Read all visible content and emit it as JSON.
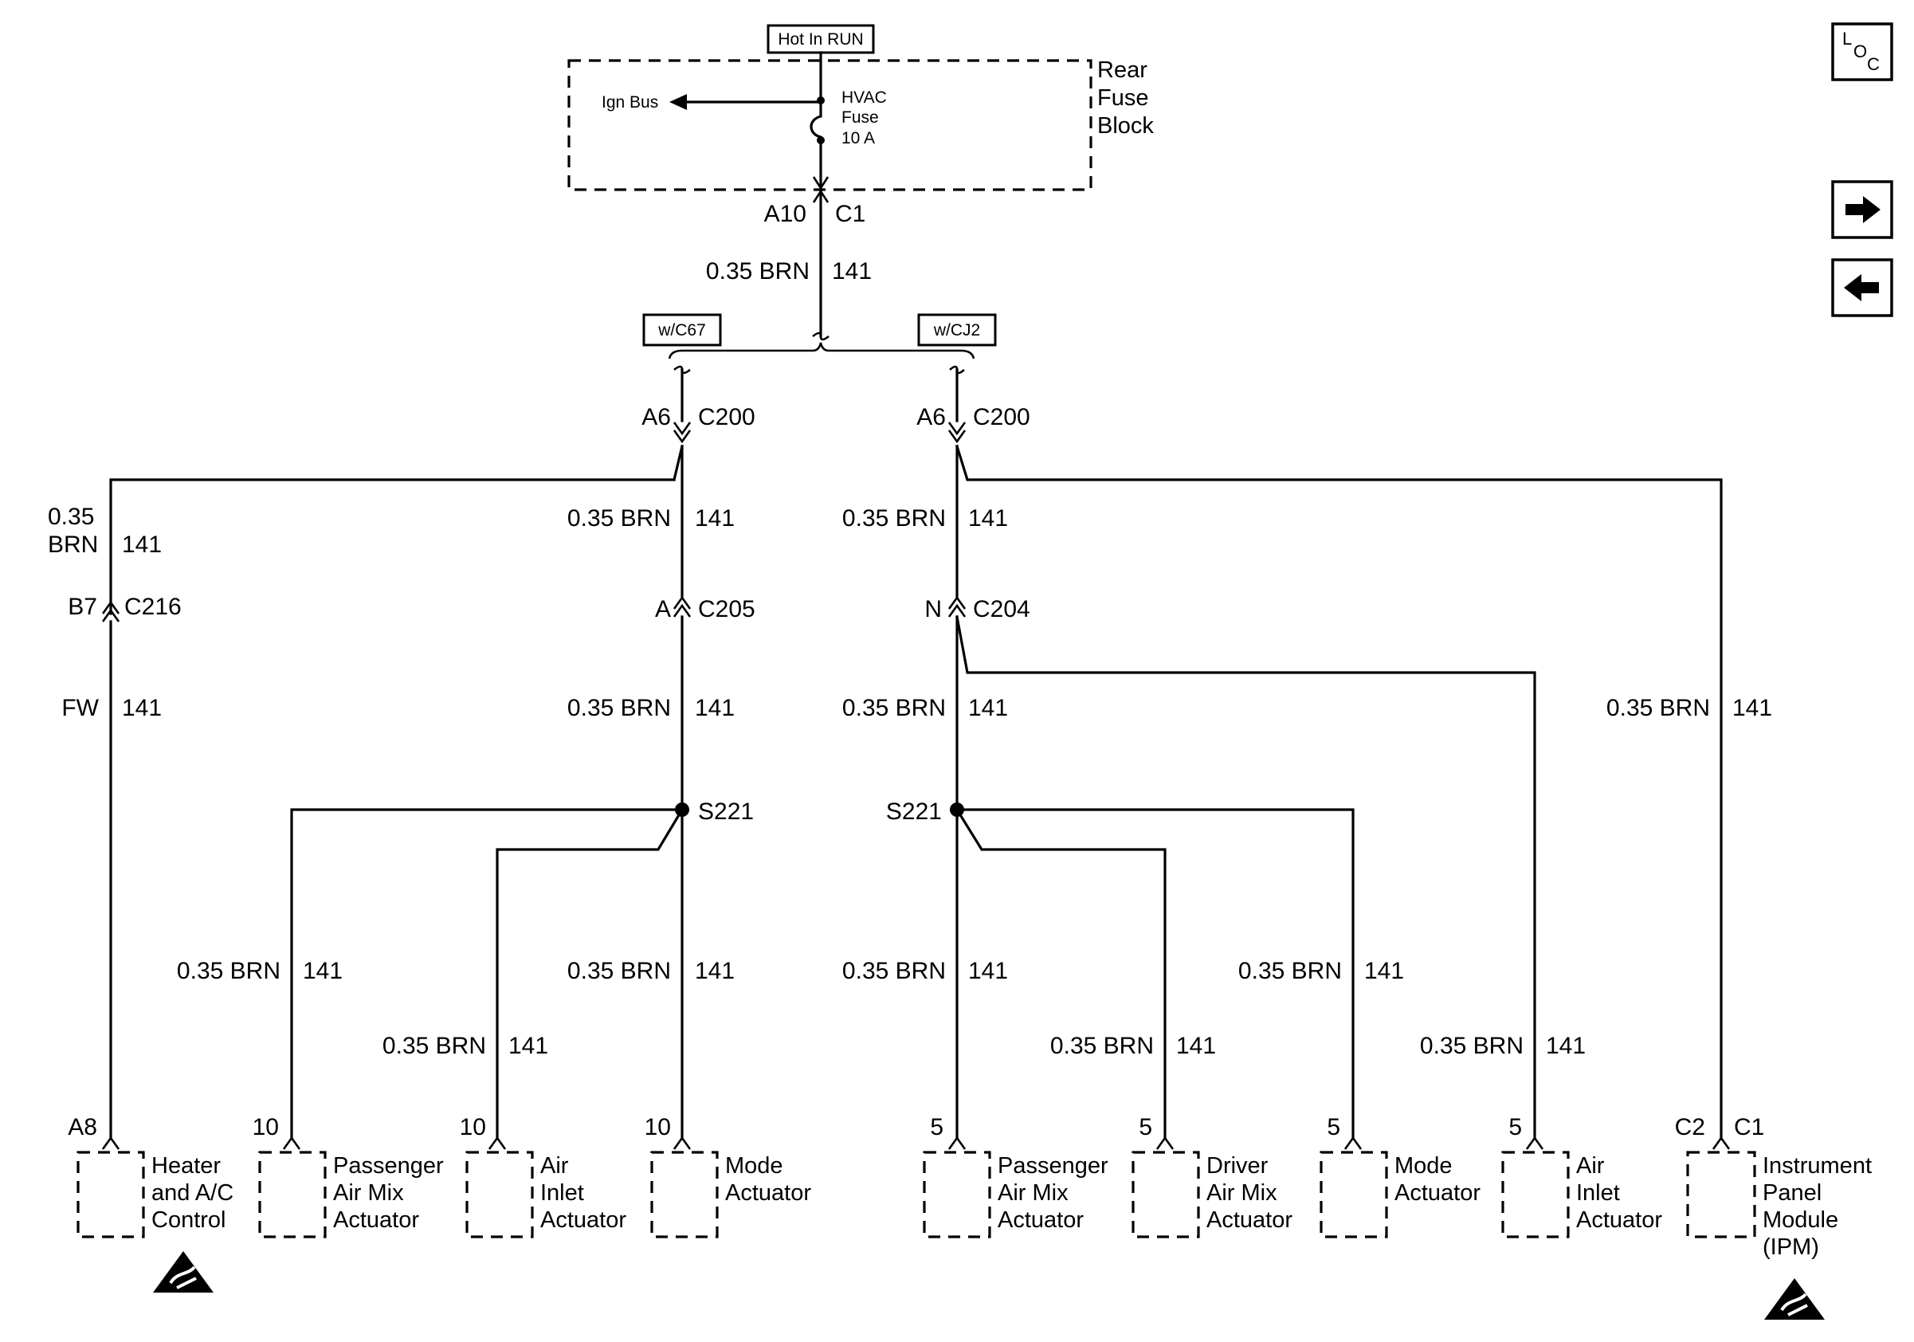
{
  "header": {
    "hot_in_run": "Hot In RUN",
    "fuse_block_lines": [
      "Rear",
      "Fuse",
      "Block"
    ],
    "ign_bus": "Ign Bus",
    "fuse_lines": [
      "HVAC",
      "Fuse",
      "10 A"
    ]
  },
  "top_connector": {
    "pin": "A10",
    "name": "C1"
  },
  "top_wire": {
    "spec": "0.35 BRN",
    "circuit": "141"
  },
  "options": {
    "left": "w/C67",
    "right": "w/CJ2"
  },
  "c200_left": {
    "pin": "A6",
    "name": "C200"
  },
  "c200_right": {
    "pin": "A6",
    "name": "C200"
  },
  "wires": {
    "far_left_spec_lines": [
      "0.35",
      "BRN"
    ],
    "far_left_circuit": "141",
    "left_mid": {
      "spec": "0.35 BRN",
      "circuit": "141"
    },
    "right_mid": {
      "spec": "0.35 BRN",
      "circuit": "141"
    },
    "fw": {
      "spec": "FW",
      "circuit": "141"
    },
    "c205_below": {
      "spec": "0.35 BRN",
      "circuit": "141"
    },
    "c204_below": {
      "spec": "0.35 BRN",
      "circuit": "141"
    },
    "ipm_feed": {
      "spec": "0.35 BRN",
      "circuit": "141"
    },
    "l_pass_air_mix": {
      "spec": "0.35 BRN",
      "circuit": "141"
    },
    "l_air_inlet": {
      "spec": "0.35 BRN",
      "circuit": "141"
    },
    "l_mode": {
      "spec": "0.35 BRN",
      "circuit": "141"
    },
    "r_pass_air_mix": {
      "spec": "0.35 BRN",
      "circuit": "141"
    },
    "r_driver_air_mix": {
      "spec": "0.35 BRN",
      "circuit": "141"
    },
    "r_mode": {
      "spec": "0.35 BRN",
      "circuit": "141"
    },
    "r_air_inlet": {
      "spec": "0.35 BRN",
      "circuit": "141"
    }
  },
  "connectors": {
    "c216": {
      "pin": "B7",
      "name": "C216"
    },
    "c205": {
      "pin": "A",
      "name": "C205"
    },
    "c204": {
      "pin": "N",
      "name": "C204"
    }
  },
  "splices": {
    "left": "S221",
    "right": "S221"
  },
  "components": {
    "heater_ac": {
      "pin": "A8",
      "lines": [
        "Heater",
        "and A/C",
        "Control"
      ]
    },
    "l_pass_air_mix": {
      "pin": "10",
      "lines": [
        "Passenger",
        "Air Mix",
        "Actuator"
      ]
    },
    "l_air_inlet": {
      "pin": "10",
      "lines": [
        "Air",
        "Inlet",
        "Actuator"
      ]
    },
    "l_mode": {
      "pin": "10",
      "lines": [
        "Mode",
        "Actuator"
      ]
    },
    "r_pass_air_mix": {
      "pin": "5",
      "lines": [
        "Passenger",
        "Air Mix",
        "Actuator"
      ]
    },
    "r_driver_air_mix": {
      "pin": "5",
      "lines": [
        "Driver",
        "Air Mix",
        "Actuator"
      ]
    },
    "r_mode": {
      "pin": "5",
      "lines": [
        "Mode",
        "Actuator"
      ]
    },
    "r_air_inlet": {
      "pin": "5",
      "lines": [
        "Air",
        "Inlet",
        "Actuator"
      ]
    },
    "ipm": {
      "pin_left": "C2",
      "pin_right": "C1",
      "lines": [
        "Instrument",
        "Panel",
        "Module",
        "(IPM)"
      ]
    }
  },
  "nav": {
    "loc_main": "L",
    "loc_o": "O",
    "loc_c": "C",
    "forward_icon": "arrow-right-icon",
    "back_icon": "arrow-left-icon"
  },
  "icons": {
    "esd": "esd-warning-icon"
  }
}
